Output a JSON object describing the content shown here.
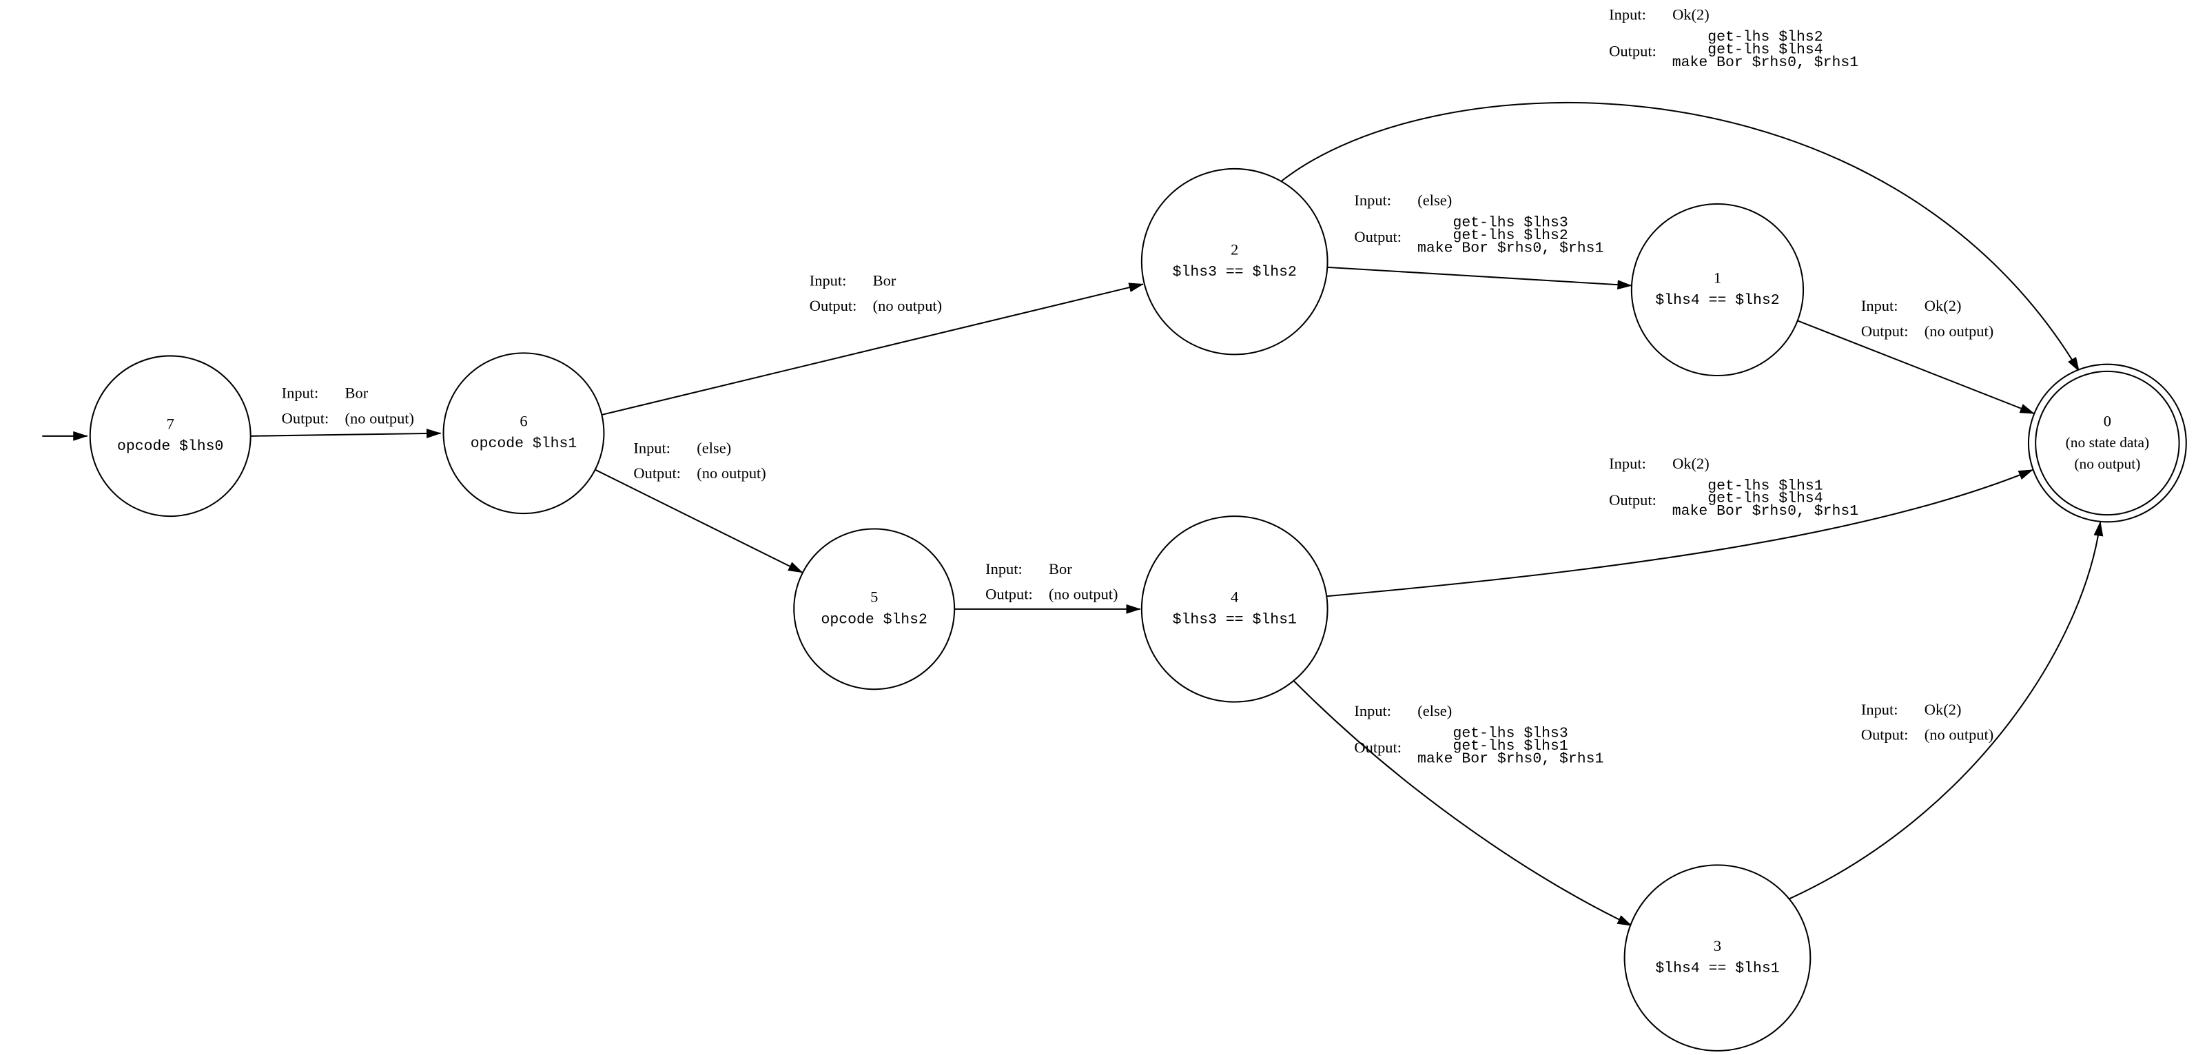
{
  "diagram": {
    "kind": "state-machine",
    "start_node": "7",
    "accepting_node": "0"
  },
  "labels": {
    "input_key": "Input:",
    "output_key": "Output:"
  },
  "nodes": [
    {
      "id": "7",
      "code": "opcode $lhs0"
    },
    {
      "id": "6",
      "code": "opcode $lhs1"
    },
    {
      "id": "5",
      "code": "opcode $lhs2"
    },
    {
      "id": "2",
      "code": "$lhs3 == $lhs2"
    },
    {
      "id": "4",
      "code": "$lhs3 == $lhs1"
    },
    {
      "id": "1",
      "code": "$lhs4 == $lhs2"
    },
    {
      "id": "3",
      "code": "$lhs4 == $lhs1"
    },
    {
      "id": "0",
      "line1": "(no state data)",
      "line2": "(no output)"
    }
  ],
  "edges": [
    {
      "from": "7",
      "to": "6",
      "input": "Bor",
      "output": "(no output)"
    },
    {
      "from": "6",
      "to": "2",
      "input": "Bor",
      "output": "(no output)"
    },
    {
      "from": "6",
      "to": "5",
      "input": "(else)",
      "output": "(no output)"
    },
    {
      "from": "5",
      "to": "4",
      "input": "Bor",
      "output": "(no output)"
    },
    {
      "from": "2",
      "to": "0",
      "input": "Ok(2)",
      "output_lines": [
        "get-lhs $lhs2",
        "get-lhs $lhs4",
        "make Bor $rhs0, $rhs1"
      ]
    },
    {
      "from": "2",
      "to": "1",
      "input": "(else)",
      "output_lines": [
        "get-lhs $lhs3",
        "get-lhs $lhs2",
        "make Bor $rhs0, $rhs1"
      ]
    },
    {
      "from": "1",
      "to": "0",
      "input": "Ok(2)",
      "output": "(no output)"
    },
    {
      "from": "4",
      "to": "0",
      "input": "Ok(2)",
      "output_lines": [
        "get-lhs $lhs1",
        "get-lhs $lhs4",
        "make Bor $rhs0, $rhs1"
      ]
    },
    {
      "from": "4",
      "to": "3",
      "input": "(else)",
      "output_lines": [
        "get-lhs $lhs3",
        "get-lhs $lhs1",
        "make Bor $rhs0, $rhs1"
      ]
    },
    {
      "from": "3",
      "to": "0",
      "input": "Ok(2)",
      "output": "(no output)"
    }
  ]
}
